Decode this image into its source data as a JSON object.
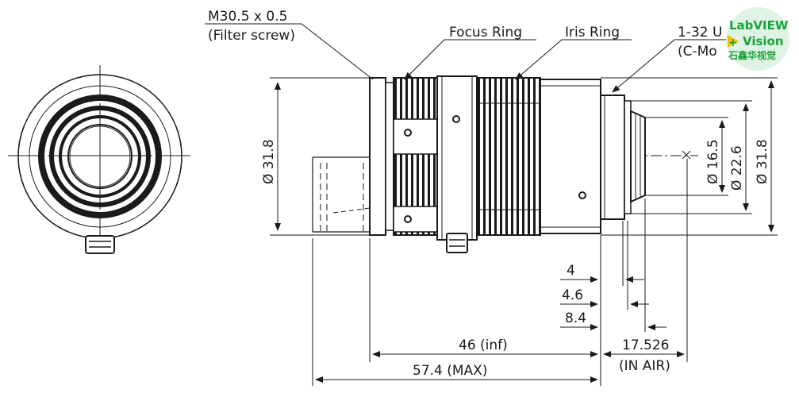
{
  "labels": {
    "filter_thread": "M30.5 x 0.5",
    "filter_note": "(Filter screw)",
    "focus_ring": "Focus Ring",
    "iris_ring": "Iris Ring",
    "mount_thread": "1-32 U",
    "mount_note": "(C-Mo"
  },
  "dimensions": {
    "body_diameter": "Ø 31.8",
    "rear_diameter_small": "Ø 16.5",
    "rear_diameter_mid": "Ø 22.6",
    "rear_diameter_outer": "Ø 31.8",
    "dim_4": "4",
    "dim_4_6": "4.6",
    "dim_8_4": "8.4",
    "length_inf": "46 (inf)",
    "length_max": "57.4 (MAX)",
    "flange_back": "17.526",
    "flange_back_note": "(IN AIR)"
  },
  "logo": {
    "line1": "LabVIEW",
    "line2": "Vision",
    "line3": "石鑫华视觉",
    "accent": "#f2c200",
    "text_color": "#1aa33c",
    "badge_color": "#dff3e4"
  },
  "colors": {
    "ink": "#1a1a1a",
    "background": "#ffffff"
  }
}
